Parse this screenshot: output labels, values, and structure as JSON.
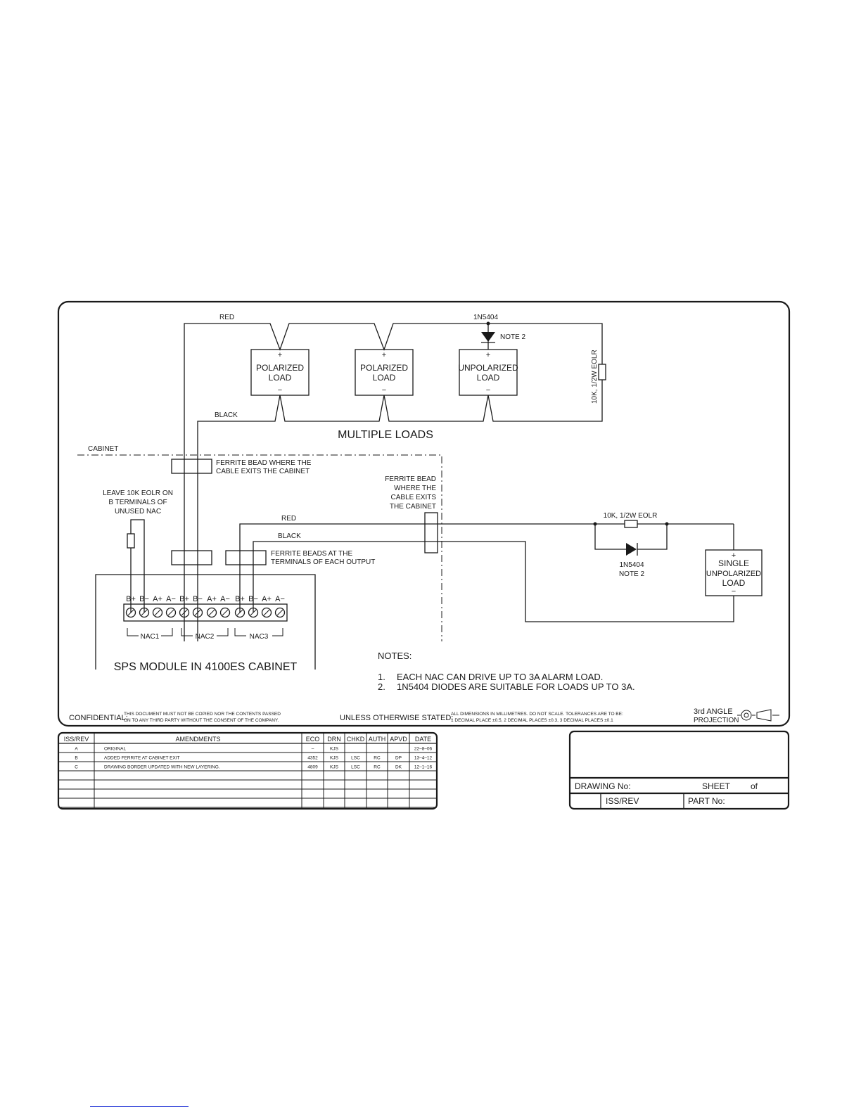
{
  "wiring": {
    "red_top": "RED",
    "black_top": "BLACK",
    "diode_top": "1N5404",
    "note2_top": "NOTE 2",
    "eolr_vertical": "10K, 1/2W EOLR",
    "plus": "+",
    "minus": "−",
    "load1": [
      "POLARIZED",
      "LOAD"
    ],
    "load2": [
      "POLARIZED",
      "LOAD"
    ],
    "load3": [
      "UNPOLARIZED",
      "LOAD"
    ],
    "multiple_loads": "MULTIPLE LOADS",
    "cabinet": "CABINET",
    "ferrite_exit_top": [
      "FERRITE BEAD WHERE THE",
      "CABLE EXITS THE CABINET"
    ],
    "ferrite_exit_right": [
      "FERRITE BEAD",
      "WHERE THE",
      "CABLE EXITS",
      "THE CABINET"
    ],
    "leave_eolr": [
      "LEAVE 10K EOLR ON",
      "B TERMINALS OF",
      "UNUSED NAC"
    ],
    "red_mid": "RED",
    "black_mid": "BLACK",
    "ferrite_terminals": [
      "FERRITE BEADS AT THE",
      "TERMINALS OF EACH OUTPUT"
    ],
    "eolr_mid": "10K, 1/2W EOLR",
    "diode_mid": [
      "1N5404",
      "NOTE 2"
    ],
    "single_load": [
      "SINGLE",
      "UNPOLARIZED",
      "LOAD"
    ],
    "terminal_labels": [
      "B+",
      "B−",
      "A+",
      "A−",
      "B+",
      "B−",
      "A+",
      "A−",
      "B+",
      "B−",
      "A+",
      "A−"
    ],
    "nac1": "NAC1",
    "nac2": "NAC2",
    "nac3": "NAC3",
    "module": "SPS MODULE IN 4100ES CABINET"
  },
  "notes": {
    "heading": "NOTES:",
    "items": [
      {
        "num": "1.",
        "text": "EACH NAC CAN DRIVE UP TO 3A ALARM LOAD."
      },
      {
        "num": "2.",
        "text": "1N5404 DIODES ARE SUITABLE FOR LOADS UP TO 3A."
      }
    ]
  },
  "border": {
    "confidential_label": "CONFIDENTIAL:",
    "confidential_text": [
      "THIS DOCUMENT MUST NOT BE COPIED NOR THE CONTENTS PASSED",
      "ON TO ANY THIRD PARTY WITHOUT THE CONSENT OF THE COMPANY."
    ],
    "unless_label": "UNLESS OTHERWISE STATED:",
    "unless_text": [
      "ALL DIMENSIONS IN MILLIMETRES. DO NOT SCALE. TOLERANCES ARE TO BE:",
      "1 DECIMAL PLACE ±0.5, 2 DECIMAL PLACES ±0.3, 3 DECIMAL PLACES ±0.1"
    ],
    "projection": [
      "3rd ANGLE",
      "PROJECTION"
    ]
  },
  "amendments": {
    "headers": [
      "ISS/REV",
      "AMENDMENTS",
      "ECO",
      "DRN",
      "CHKD",
      "AUTH",
      "APVD",
      "DATE"
    ],
    "rows": [
      [
        "A",
        "ORIGINAL",
        "–",
        "KJS",
        "",
        "",
        "",
        "22–8–06"
      ],
      [
        "B",
        "ADDED FERRITE AT CABINET EXIT",
        "4352",
        "KJS",
        "LSC",
        "RC",
        "DP",
        "13–4–12"
      ],
      [
        "C",
        "DRAWING BORDER UPDATED WITH NEW LAYERING.",
        "4809",
        "KJS",
        "LSC",
        "RC",
        "DK",
        "12–1–16"
      ],
      [
        "",
        "",
        "",
        "",
        "",
        "",
        "",
        ""
      ],
      [
        "",
        "",
        "",
        "",
        "",
        "",
        "",
        ""
      ],
      [
        "",
        "",
        "",
        "",
        "",
        "",
        "",
        ""
      ],
      [
        "",
        "",
        "",
        "",
        "",
        "",
        "",
        ""
      ]
    ]
  },
  "title_block": {
    "drawing_no": "DRAWING No:",
    "sheet": "SHEET",
    "of": "of",
    "iss_rev": "ISS/REV",
    "part_no": "PART No:"
  }
}
